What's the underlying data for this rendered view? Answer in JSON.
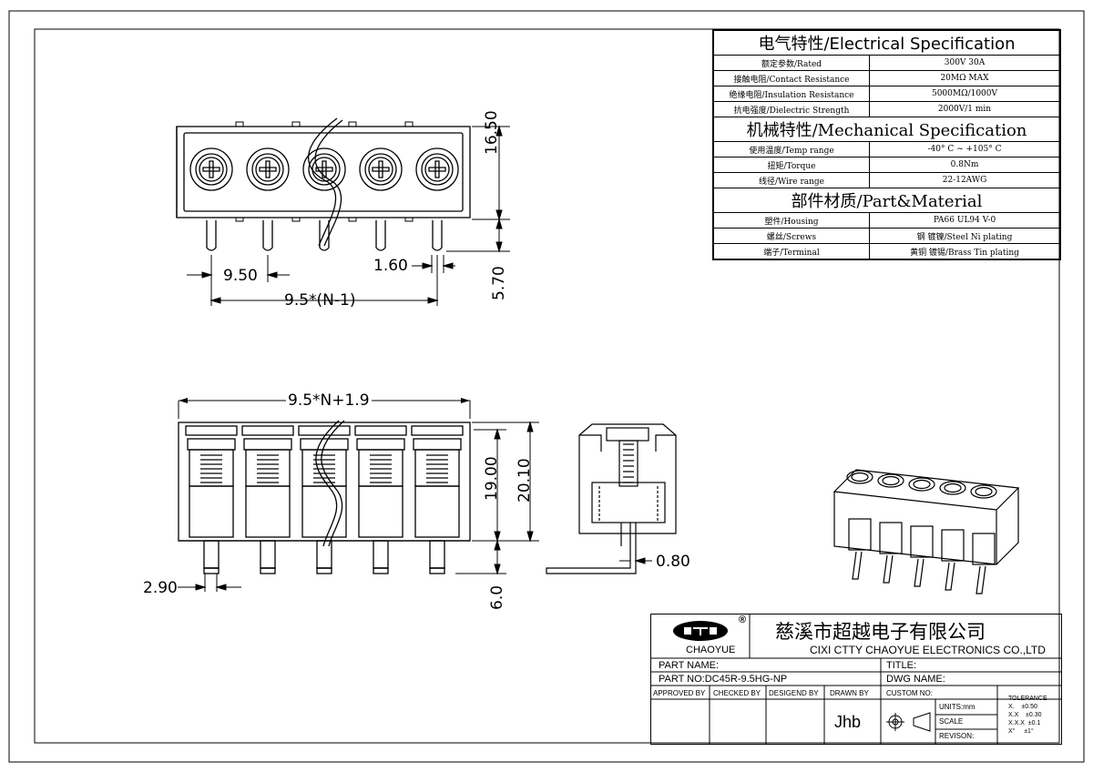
{
  "dims": {
    "pitch": "9.50",
    "pin_width": "1.60",
    "pin_span": "9.5*(N-1)",
    "body_height": "16.50",
    "pin_length": "5.70",
    "overall_width": "9.5*N+1.9",
    "height_19": "19.00",
    "height_20": "20.10",
    "pin_thickness": "2.90",
    "pin_below": "6.0",
    "side_thickness": "0.80"
  },
  "spec": {
    "electrical_title": "电气特性/Electrical Specification",
    "electrical_rows": [
      {
        "label": "额定参数/Rated",
        "value": "300V  30A"
      },
      {
        "label": "接触电阻/Contact Resistance",
        "value": "20MΩ MAX"
      },
      {
        "label": "绝缘电阻/Insulation Resistance",
        "value": "5000MΩ/1000V"
      },
      {
        "label": "抗电强度/Dielectric Strength",
        "value": "2000V/1 min"
      }
    ],
    "mechanical_title": "机械特性/Mechanical Specification",
    "mechanical_rows": [
      {
        "label": "使用温度/Temp range",
        "value": "-40° C ~ +105° C"
      },
      {
        "label": "扭矩/Torque",
        "value": "0.8Nm"
      },
      {
        "label": "线径/Wire range",
        "value": "22-12AWG"
      }
    ],
    "material_title": "部件材质/Part&Material",
    "material_rows": [
      {
        "label": "塑件/Housing",
        "value": "PA66 UL94 V-0"
      },
      {
        "label": "螺丝/Screws",
        "value": "钢 镀镍/Steel Ni plating"
      },
      {
        "label": "端子/Terminal",
        "value": "黄铜 镀锡/Brass Tin  plating"
      }
    ]
  },
  "title_block": {
    "logo_text": "CHAOYUE",
    "logo_mark": "®",
    "company_cn": "慈溪市超越电子有限公司",
    "company_en": "CIXI CTTY CHAOYUE ELECTRONICS CO.,LTD",
    "part_name_label": "PART NAME:",
    "title_label": "TITLE:",
    "part_no": "PART NO:DC45R-9.5HG-NP",
    "dwg_name_label": "DWG NAME:",
    "approved_by": "APPROVED BY",
    "checked_by": "CHECKED BY",
    "designed_by": "DESIGEND BY",
    "drawn_by": "DRAWN BY",
    "drawn_by_value": "Jhb",
    "custom_no": "CUSTOM NO:",
    "units": "UNITS:mm",
    "scale": "SCALE",
    "revision": "REVISON:",
    "tolerance_title": "TOLERANCE",
    "tolerance_rows": [
      "X.    ±0.50",
      "X.X    ±0.30",
      "X.X.X  ±0.1",
      "X°     ±1°"
    ]
  }
}
